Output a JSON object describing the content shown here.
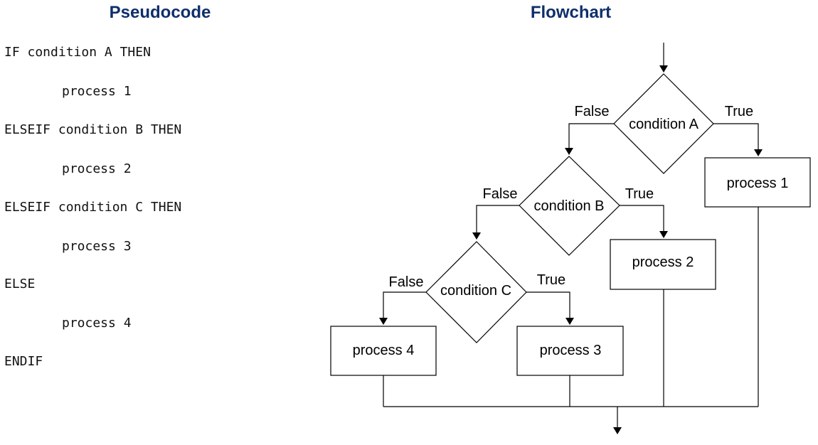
{
  "pseudocode": {
    "title": "Pseudocode",
    "lines": [
      "IF condition A THEN",
      "process 1",
      "ELSEIF condition B THEN",
      "process 2",
      "ELSEIF condition C THEN",
      "process 3",
      "ELSE",
      "process 4",
      "ENDIF"
    ]
  },
  "flowchart": {
    "title": "Flowchart",
    "decisions": [
      "condition A",
      "condition B",
      "condition C"
    ],
    "processes": [
      "process 1",
      "process 2",
      "process 3",
      "process 4"
    ],
    "branch_labels": {
      "true": "True",
      "false": "False"
    }
  }
}
